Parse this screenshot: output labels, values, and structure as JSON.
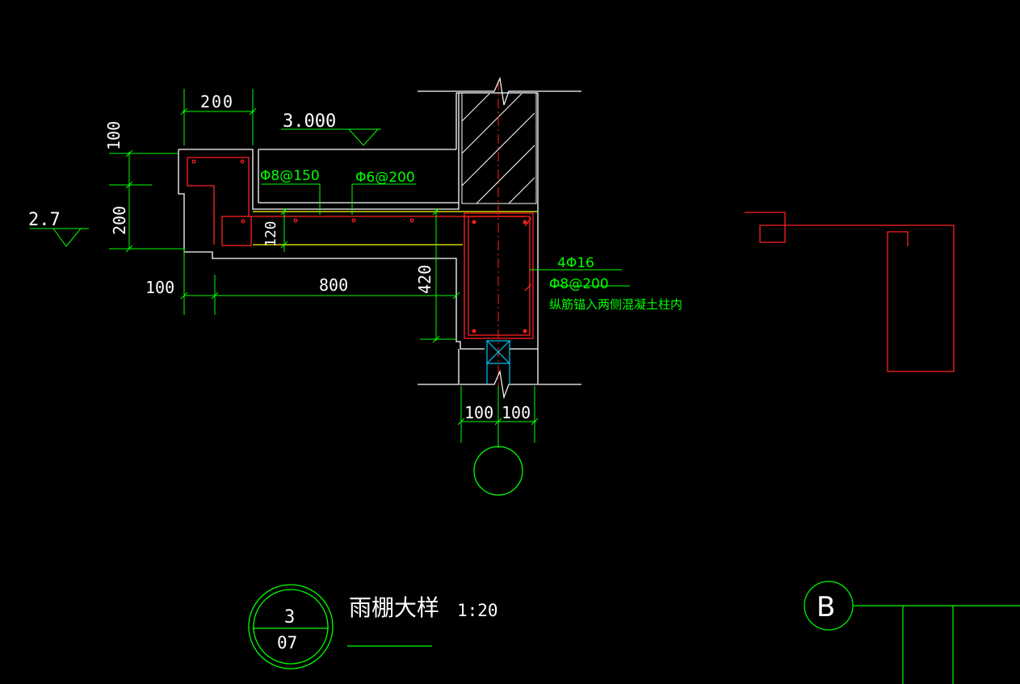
{
  "drawing": {
    "colors": {
      "background": "#000000",
      "outline": "#ffffff",
      "dimension": "#00ff00",
      "rebar": "#ff0000",
      "stirrup": "#ffff00",
      "leader_text": "#00ff00",
      "centerline": "#ff0000",
      "grid_bubble": "#00ff00"
    },
    "dimensions": {
      "top_width": "200",
      "left_top": "100",
      "left_mid": "200",
      "inner_height": "120",
      "bottom_left": "100",
      "bottom_span": "800",
      "beam_depth": "420",
      "col_left": "100",
      "col_right": "100"
    },
    "elevations": {
      "top": "3.000",
      "side": "2.7"
    },
    "rebar_labels": {
      "slab_main": "Φ8@150",
      "slab_dist": "Φ6@200",
      "beam_long": "4Φ16",
      "beam_stirrup": "Φ8@200",
      "note": "纵筋锚入两侧混凝土柱内"
    },
    "title_block": {
      "detail_no": "3",
      "sheet_no": "07",
      "title": "雨棚大样",
      "scale": "1:20"
    },
    "grid_bubble": {
      "label": "B"
    }
  }
}
